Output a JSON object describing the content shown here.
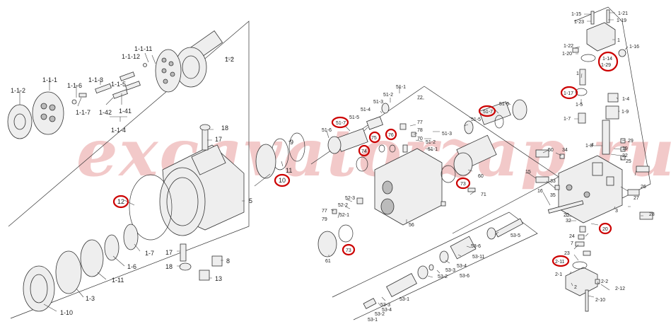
{
  "watermark": "excavatorzap.ru",
  "colors": {
    "highlight": "#cc0000",
    "watermark": "#f2c9c9",
    "line": "#333333"
  },
  "labels": {
    "l_1_1_11": "1-1-11",
    "l_1_1_12": "1-1-12",
    "l_1_2": "1-2",
    "l_1_1_2": "1-1-2",
    "l_1_1_1": "1-1-1",
    "l_1_1_3": "1-1-3",
    "l_1_1_6": "1-1-6",
    "l_1_1_7": "1-1-7",
    "l_1_1_5": "1-1-5",
    "l_1_42": "1-42",
    "l_1_41": "1-41",
    "l_1_1_4": "1-1-4",
    "l_18a": "18",
    "l_17a": "17",
    "l_9": "9",
    "l_11": "11",
    "l_10": "10",
    "l_12": "12",
    "l_5": "5",
    "l_1_7": "1-7",
    "l_1_6": "1-6",
    "l_1_11": "1-11",
    "l_1_3": "1-3",
    "l_1_10": "1-10",
    "l_17b": "17",
    "l_18b": "18",
    "l_8": "8",
    "l_13": "13",
    "l_51_1": "51-1",
    "l_51_2": "51-2",
    "l_51_3": "51-3",
    "l_51_4": "51-4",
    "l_51_5a": "51-5",
    "l_51_7a": "51-7",
    "l_51_6a": "51-6",
    "l_51_7b": "51-7",
    "l_51_6b": "51-6",
    "l_51_5b": "51-5",
    "l_77a": "77",
    "l_78": "78",
    "l_75": "75",
    "l_76": "76",
    "l_74": "74",
    "l_70": "70",
    "l_51_3b": "51-3",
    "l_51_2b": "51-2",
    "l_51_1b": "51-1",
    "l_72": "72",
    "l_60": "60",
    "l_73": "73",
    "l_71": "71",
    "l_52_3": "52-3",
    "l_52_2": "52-2",
    "l_52_1": "52-1",
    "l_77b": "77",
    "l_79": "79",
    "l_56": "56",
    "l_73b": "73",
    "l_61": "61",
    "l_53_5": "53-5",
    "l_53_6a": "53-6",
    "l_53_11": "53-11",
    "l_53_4": "53-4",
    "l_53_6b": "53-6",
    "l_53_3": "53-3",
    "l_53_2": "53-2",
    "l_53_1": "53-1",
    "l_53_3b": "53-3",
    "l_53_4b": "53-4",
    "l_53_2b": "53-2",
    "l_53_1b": "53-1",
    "l_1_15": "1-15",
    "l_1_23": "1-23",
    "l_1_21": "1-21",
    "l_1_19": "1-19",
    "l_1": "1",
    "l_1_22": "1-22",
    "l_1_20": "1-20",
    "l_1_16": "1-16",
    "l_1_14": "1-14",
    "l_1_29": "1-29",
    "l_1_right": "1",
    "l_1_17": "1-17",
    "l_1_4": "1-4",
    "l_1_5": "1-5",
    "l_1_9": "1-9",
    "l_1_7r": "1-7",
    "l_1_8": "1-8",
    "l_29": "29",
    "l_19": "19",
    "l_22": "22",
    "l_4": "4",
    "l_25": "25",
    "l_50": "50",
    "l_34": "34",
    "l_15": "15",
    "l_33": "33",
    "l_16": "16",
    "l_26": "26",
    "l_35": "35",
    "l_27": "27",
    "l_20a": "20",
    "l_32": "32",
    "l_3": "3",
    "l_28": "28",
    "l_20b": "20",
    "l_24": "24",
    "l_7": "7",
    "l_23": "23",
    "l_2_11": "2-11",
    "l_2_1": "2-1",
    "l_2": "2",
    "l_2_2": "2-2",
    "l_2_12": "2-12",
    "l_2_10": "2-10"
  }
}
